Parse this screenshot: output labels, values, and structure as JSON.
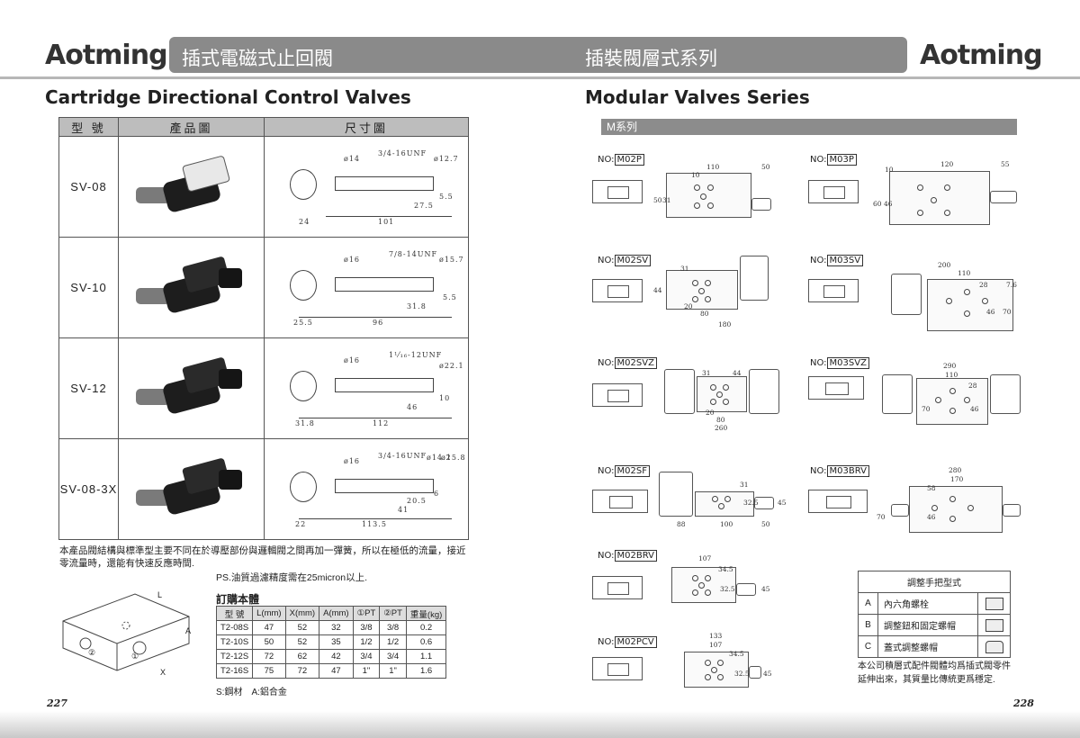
{
  "header": {
    "logo_left": "Aotming",
    "logo_right": "Aotming",
    "banner_left": "插式電磁式止回閥",
    "banner_right": "插裝閥層式系列"
  },
  "left": {
    "title": "Cartridge Directional Control Valves",
    "table_headers": [
      "型 號",
      "產品圖",
      "尺寸圖"
    ],
    "rows": [
      {
        "model": "SV-08",
        "dims": [
          "ø14",
          "3/4-16UNF",
          "ø12.7",
          "5.5",
          "27.5",
          "24",
          "101"
        ]
      },
      {
        "model": "SV-10",
        "dims": [
          "ø16",
          "7/8-14UNF",
          "ø15.7",
          "5.5",
          "31.8",
          "25.5",
          "96"
        ]
      },
      {
        "model": "SV-12",
        "dims": [
          "ø16",
          "1¹⁄₁₆-12UNF",
          "ø22.1",
          "10",
          "46",
          "31.8",
          "112"
        ]
      },
      {
        "model": "SV-08-3X",
        "dims": [
          "ø16",
          "3/4-16UNF",
          "ø14.2",
          "ø15.8",
          "6",
          "20.5",
          "41",
          "22",
          "113.5"
        ]
      }
    ],
    "note": "本產品閥結構與標準型主要不同在於導壓部份與邏輯閥之間再加一彈簧，所以在極低的流量，接近零流量時，還能有快速反應時間.",
    "ps": "PS.油質過濾精度需在25micron以上.",
    "order_title": "訂購本體",
    "order_headers": [
      "型 號",
      "L(mm)",
      "X(mm)",
      "A(mm)",
      "①PT",
      "②PT",
      "重量(kg)"
    ],
    "order_rows": [
      [
        "T2-08S",
        "47",
        "52",
        "32",
        "3/8",
        "3/8",
        "0.2"
      ],
      [
        "T2-10S",
        "50",
        "52",
        "35",
        "1/2",
        "1/2",
        "0.6"
      ],
      [
        "T2-12S",
        "72",
        "62",
        "42",
        "3/4",
        "3/4",
        "1.1"
      ],
      [
        "T2-16S",
        "75",
        "72",
        "47",
        "1\"",
        "1\"",
        "1.6"
      ]
    ],
    "material": "S:鋼材　A:鋁合金",
    "block_labels": [
      "L",
      "A",
      "X",
      "②",
      "①"
    ],
    "page": "227"
  },
  "right": {
    "title": "Modular Valves Series",
    "series_bar": "M系列",
    "items": [
      {
        "no": "M02P",
        "dims": [
          "110",
          "50",
          "10",
          "50",
          "31"
        ]
      },
      {
        "no": "M03P",
        "dims": [
          "120",
          "55",
          "10",
          "60",
          "46"
        ]
      },
      {
        "no": "M02SV",
        "dims": [
          "31",
          "44",
          "20",
          "80",
          "180"
        ]
      },
      {
        "no": "M03SV",
        "dims": [
          "200",
          "110",
          "28",
          "7.6",
          "46",
          "70"
        ]
      },
      {
        "no": "M02SVZ",
        "dims": [
          "31",
          "44",
          "20",
          "80",
          "260"
        ]
      },
      {
        "no": "M03SVZ",
        "dims": [
          "290",
          "110",
          "28",
          "70",
          "46"
        ]
      },
      {
        "no": "M02SF",
        "dims": [
          "31",
          "32.5",
          "45",
          "88",
          "100",
          "50"
        ]
      },
      {
        "no": "M03BRV",
        "dims": [
          "280",
          "170",
          "58",
          "70",
          "46"
        ]
      },
      {
        "no": "M02BRV",
        "dims": [
          "107",
          "34.5",
          "32.5",
          "45"
        ]
      },
      {
        "no": "M02PCV",
        "dims": [
          "133",
          "107",
          "34.5",
          "32.5",
          "45"
        ]
      }
    ],
    "handle_title": "調整手把型式",
    "handles": [
      {
        "key": "A",
        "label": "內六角螺栓"
      },
      {
        "key": "B",
        "label": "調整鈕和固定螺帽"
      },
      {
        "key": "C",
        "label": "蓋式調整螺帽"
      }
    ],
    "note": "本公司積層式配件閥體均爲插式閥零件延伸出來，其質量比傳統更爲穩定.",
    "page": "228"
  }
}
